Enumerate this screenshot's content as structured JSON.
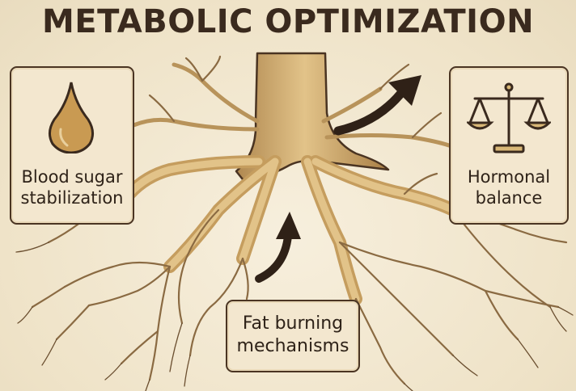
{
  "title": "METABOLIC OPTIMIZATION",
  "boxes": {
    "blood_sugar": {
      "line1": "Blood sugar",
      "line2": "stabilization",
      "icon": "drop-icon"
    },
    "hormonal": {
      "line1": "Hormonal",
      "line2": "balance",
      "icon": "scales-icon"
    },
    "fat_burning": {
      "line1": "Fat burning",
      "line2": "mechanisms"
    }
  },
  "colors": {
    "background": "#f4ead6",
    "ink": "#3a2a1e",
    "root": "#d9b877",
    "root_shadow": "#b8935a",
    "drop": "#c99a52"
  }
}
